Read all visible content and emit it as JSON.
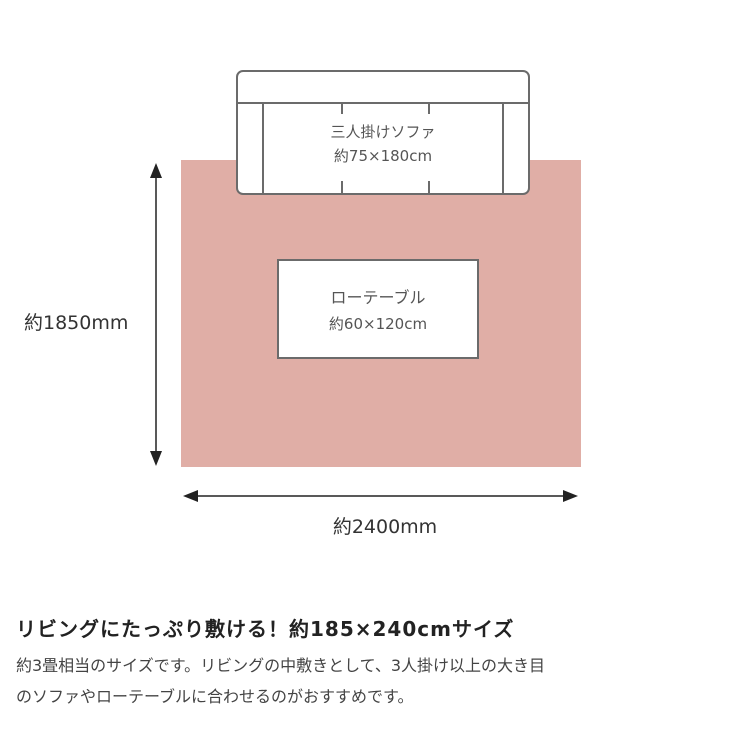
{
  "diagram": {
    "colors": {
      "rug": "#e0aea6",
      "outline": "#6b6b6b",
      "arrow": "#222222"
    },
    "sofa": {
      "name": "三人掛けソファ",
      "size": "約75×180cm"
    },
    "table": {
      "name": "ローテーブル",
      "size": "約60×120cm"
    },
    "rug": {
      "height_label": "約1850mm",
      "width_label": "約2400mm"
    }
  },
  "caption": {
    "title": "リビングにたっぷり敷ける！約185×240cmサイズ",
    "body_line1": "約3畳相当のサイズです。リビングの中敷きとして、3人掛け以上の大き目",
    "body_line2": "のソファやローテーブルに合わせるのがおすすめです。"
  }
}
